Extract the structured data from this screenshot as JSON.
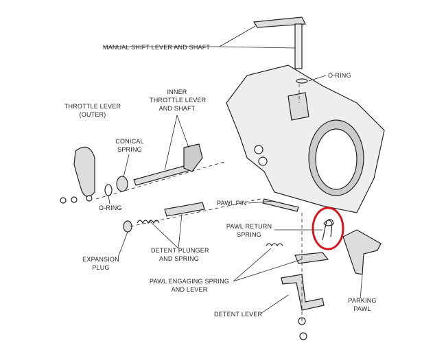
{
  "labels": {
    "manual_shift": "MANUAL SHIFT LEVER AND SHAFT",
    "o_ring_top": "O-RING",
    "throttle_outer_1": "THROTTLE LEVER",
    "throttle_outer_2": "(OUTER)",
    "inner_throttle_1": "INNER",
    "inner_throttle_2": "THROTTLE LEVER",
    "inner_throttle_3": "AND SHAFT",
    "conical_1": "CONICAL",
    "conical_2": "SPRING",
    "o_ring_left": "O-RING",
    "pawl_pin": "PAWL PIN",
    "pawl_return_1": "PAWL RETURN",
    "pawl_return_2": "SPRING",
    "expansion_1": "EXPANSION",
    "expansion_2": "PLUG",
    "detent_plunger_1": "DETENT PLUNGER",
    "detent_plunger_2": "AND SPRING",
    "pawl_engaging_1": "PAWL ENGAGING SPRING",
    "pawl_engaging_2": "AND LEVER",
    "detent_lever": "DETENT LEVER",
    "parking_pawl_1": "PARKING",
    "parking_pawl_2": "PAWL"
  },
  "highlight_color": "#d8141c"
}
